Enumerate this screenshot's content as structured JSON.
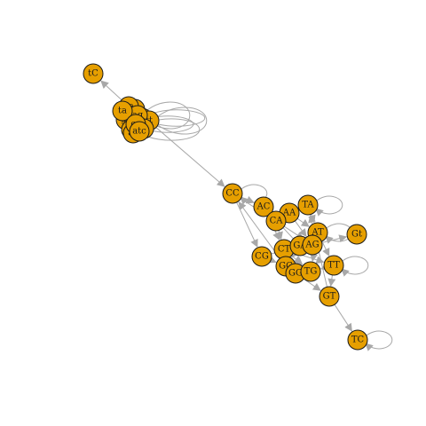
{
  "graph": {
    "node_fill": "#E69F00",
    "edge_color": "#A8A8A8",
    "nodes": [
      {
        "id": "tC",
        "label": "tC"
      },
      {
        "id": "cl1",
        "label": "at"
      },
      {
        "id": "cl2",
        "label": "gc"
      },
      {
        "id": "cl3",
        "label": "tc"
      },
      {
        "id": "cl4",
        "label": "gt"
      },
      {
        "id": "cl5",
        "label": "tt"
      },
      {
        "id": "cl6",
        "label": "ca"
      },
      {
        "id": "cl7",
        "label": "ag"
      },
      {
        "id": "cl8",
        "label": "ac"
      },
      {
        "id": "cl9",
        "label": "ta"
      },
      {
        "id": "cl10",
        "label": "aa"
      },
      {
        "id": "cl11",
        "label": "cc"
      },
      {
        "id": "cl12",
        "label": "atc"
      },
      {
        "id": "CC",
        "label": "CC"
      },
      {
        "id": "AC",
        "label": "AC"
      },
      {
        "id": "TA",
        "label": "TA"
      },
      {
        "id": "AA",
        "label": "AA"
      },
      {
        "id": "CA",
        "label": "CA"
      },
      {
        "id": "AT",
        "label": "AT"
      },
      {
        "id": "Gt",
        "label": "Gt"
      },
      {
        "id": "CT",
        "label": "CT"
      },
      {
        "id": "GA",
        "label": "GA"
      },
      {
        "id": "AG",
        "label": "AG"
      },
      {
        "id": "CG",
        "label": "CG"
      },
      {
        "id": "GC",
        "label": "GC"
      },
      {
        "id": "GG",
        "label": "GG"
      },
      {
        "id": "TG",
        "label": "TG"
      },
      {
        "id": "TT",
        "label": "TT"
      },
      {
        "id": "GT",
        "label": "GT"
      },
      {
        "id": "TC",
        "label": "TC"
      }
    ],
    "edges": [
      [
        "cl6",
        "tC"
      ],
      [
        "cl1",
        "CC"
      ],
      [
        "CC",
        "AC"
      ],
      [
        "CC",
        "CG"
      ],
      [
        "CC",
        "CA"
      ],
      [
        "AC",
        "CA"
      ],
      [
        "AC",
        "CT"
      ],
      [
        "TA",
        "AA"
      ],
      [
        "TA",
        "AT"
      ],
      [
        "AA",
        "AT"
      ],
      [
        "AA",
        "AG"
      ],
      [
        "CA",
        "AA"
      ],
      [
        "CA",
        "AG"
      ],
      [
        "CA",
        "CT"
      ],
      [
        "AT",
        "TT"
      ],
      [
        "AT",
        "TG"
      ],
      [
        "AG",
        "Gt"
      ],
      [
        "AG",
        "GA"
      ],
      [
        "GA",
        "AC"
      ],
      [
        "GA",
        "GC"
      ],
      [
        "CT",
        "TG"
      ],
      [
        "CT",
        "TT"
      ],
      [
        "CG",
        "GC"
      ],
      [
        "CG",
        "GA"
      ],
      [
        "GC",
        "CC"
      ],
      [
        "GG",
        "GA"
      ],
      [
        "GG",
        "GT"
      ],
      [
        "TG",
        "GG"
      ],
      [
        "TG",
        "GC"
      ],
      [
        "TT",
        "TG"
      ],
      [
        "TT",
        "GT"
      ],
      [
        "GT",
        "TC"
      ],
      [
        "GT",
        "TA"
      ]
    ],
    "loops": [
      "CC",
      "TA",
      "AT",
      "TT",
      "TC",
      "cl5",
      "cl3",
      "cl4",
      "cl7",
      "cl11"
    ]
  }
}
